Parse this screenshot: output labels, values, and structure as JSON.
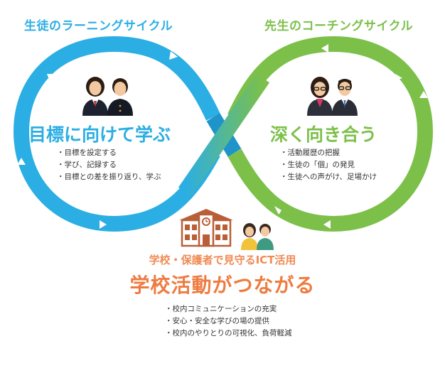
{
  "colors": {
    "learning_blue": "#2baee3",
    "coaching_green": "#7cc04a",
    "activity_orange": "#ee7b40",
    "text_dark": "#333333"
  },
  "learning_cycle": {
    "title": "生徒のラーニングサイクル",
    "heading": "目標に向けて学ぶ",
    "items": [
      "目標を設定する",
      "学び、記録する",
      "目標との差を振り返り、学ぶ"
    ],
    "icon": "students-icon"
  },
  "coaching_cycle": {
    "title": "先生のコーチングサイクル",
    "heading": "深く向き合う",
    "items": [
      "活動履歴の把握",
      "生徒の「個」の発見",
      "生徒への声がけ、足場かけ"
    ],
    "icon": "teachers-icon"
  },
  "school_activity": {
    "subtitle": "学校・保護者で見守るICT活用",
    "heading": "学校活動がつながる",
    "items": [
      "校内コミュニケーションの充実",
      "安心・安全な学びの場の提供",
      "校内のやりとりの可視化、負荷軽減"
    ],
    "icons": [
      "school-building-icon",
      "parents-icon"
    ]
  }
}
